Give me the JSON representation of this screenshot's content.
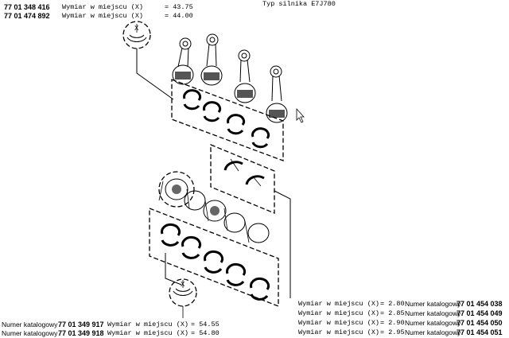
{
  "header": {
    "engine_type": "Typ silnika E7J780",
    "conrod_bearings": [
      {
        "part_no": "77 01 348 416",
        "label": "Wymiar w miejscu (X)",
        "value": "= 43.75"
      },
      {
        "part_no": "77 01 474 892",
        "label": "Wymiar w miejscu (X)",
        "value": "= 44.00"
      }
    ]
  },
  "main_bearings": [
    {
      "catalog_label": "Numer katalogowy",
      "part_no": "77 01 349 917",
      "label": "Wymiar w miejscu (X)",
      "value": "= 54.55"
    },
    {
      "catalog_label": "Numer katalogowy",
      "part_no": "77 01 349 918",
      "label": "Wymiar w miejscu (X)",
      "value": "= 54.80"
    }
  ],
  "thrust_washers": [
    {
      "label": "Wymiar w miejscu (X)",
      "value": "= 2.80",
      "catalog_label": "Numer katalogowy",
      "part_no": "77 01 454 038"
    },
    {
      "label": "Wymiar w miejscu (X)",
      "value": "= 2.85",
      "catalog_label": "Numer katalogowy",
      "part_no": "77 01 454 049"
    },
    {
      "label": "Wymiar w miejscu (X)",
      "value": "= 2.90",
      "catalog_label": "Numer katalogowy",
      "part_no": "77 01 454 050"
    },
    {
      "label": "Wymiar w miejscu (X)",
      "value": "= 2.95",
      "catalog_label": "Numer katalogowy",
      "part_no": "77 01 454 051"
    }
  ],
  "detail_marker": "X",
  "icons": {
    "cursor": "mouse-pointer-icon",
    "detail": "bearing-shell-detail-icon"
  }
}
